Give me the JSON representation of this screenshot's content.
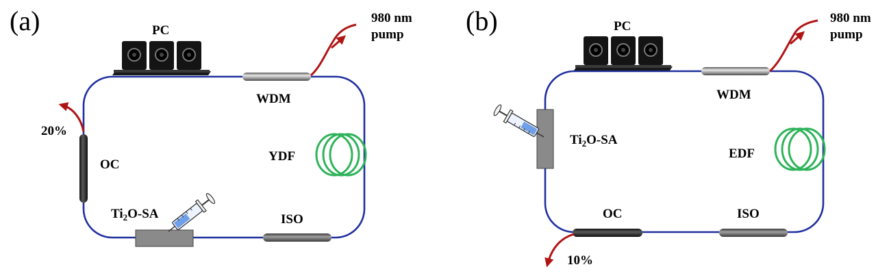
{
  "panel_a": {
    "tag": "(a)",
    "labels": {
      "pc": "PC",
      "pump_l1": "980 nm",
      "pump_l2": "pump",
      "wdm": "WDM",
      "gain": "YDF",
      "iso": "ISO",
      "oc": "OC",
      "ratio": "20%",
      "sa_pre": "Ti",
      "sa_sub": "2",
      "sa_post": "O-SA"
    }
  },
  "panel_b": {
    "tag": "(b)",
    "labels": {
      "pc": "PC",
      "pump_l1": "980 nm",
      "pump_l2": "pump",
      "wdm": "WDM",
      "gain": "EDF",
      "iso": "ISO",
      "oc": "OC",
      "ratio": "10%",
      "sa_pre": "Ti",
      "sa_sub": "2",
      "sa_post": "O-SA"
    }
  },
  "colors": {
    "fiber": "#1f2f9e",
    "pump_arrow": "#b01515",
    "gain_coil": "#2fb35a",
    "sa_block": "#8a8a8a"
  }
}
